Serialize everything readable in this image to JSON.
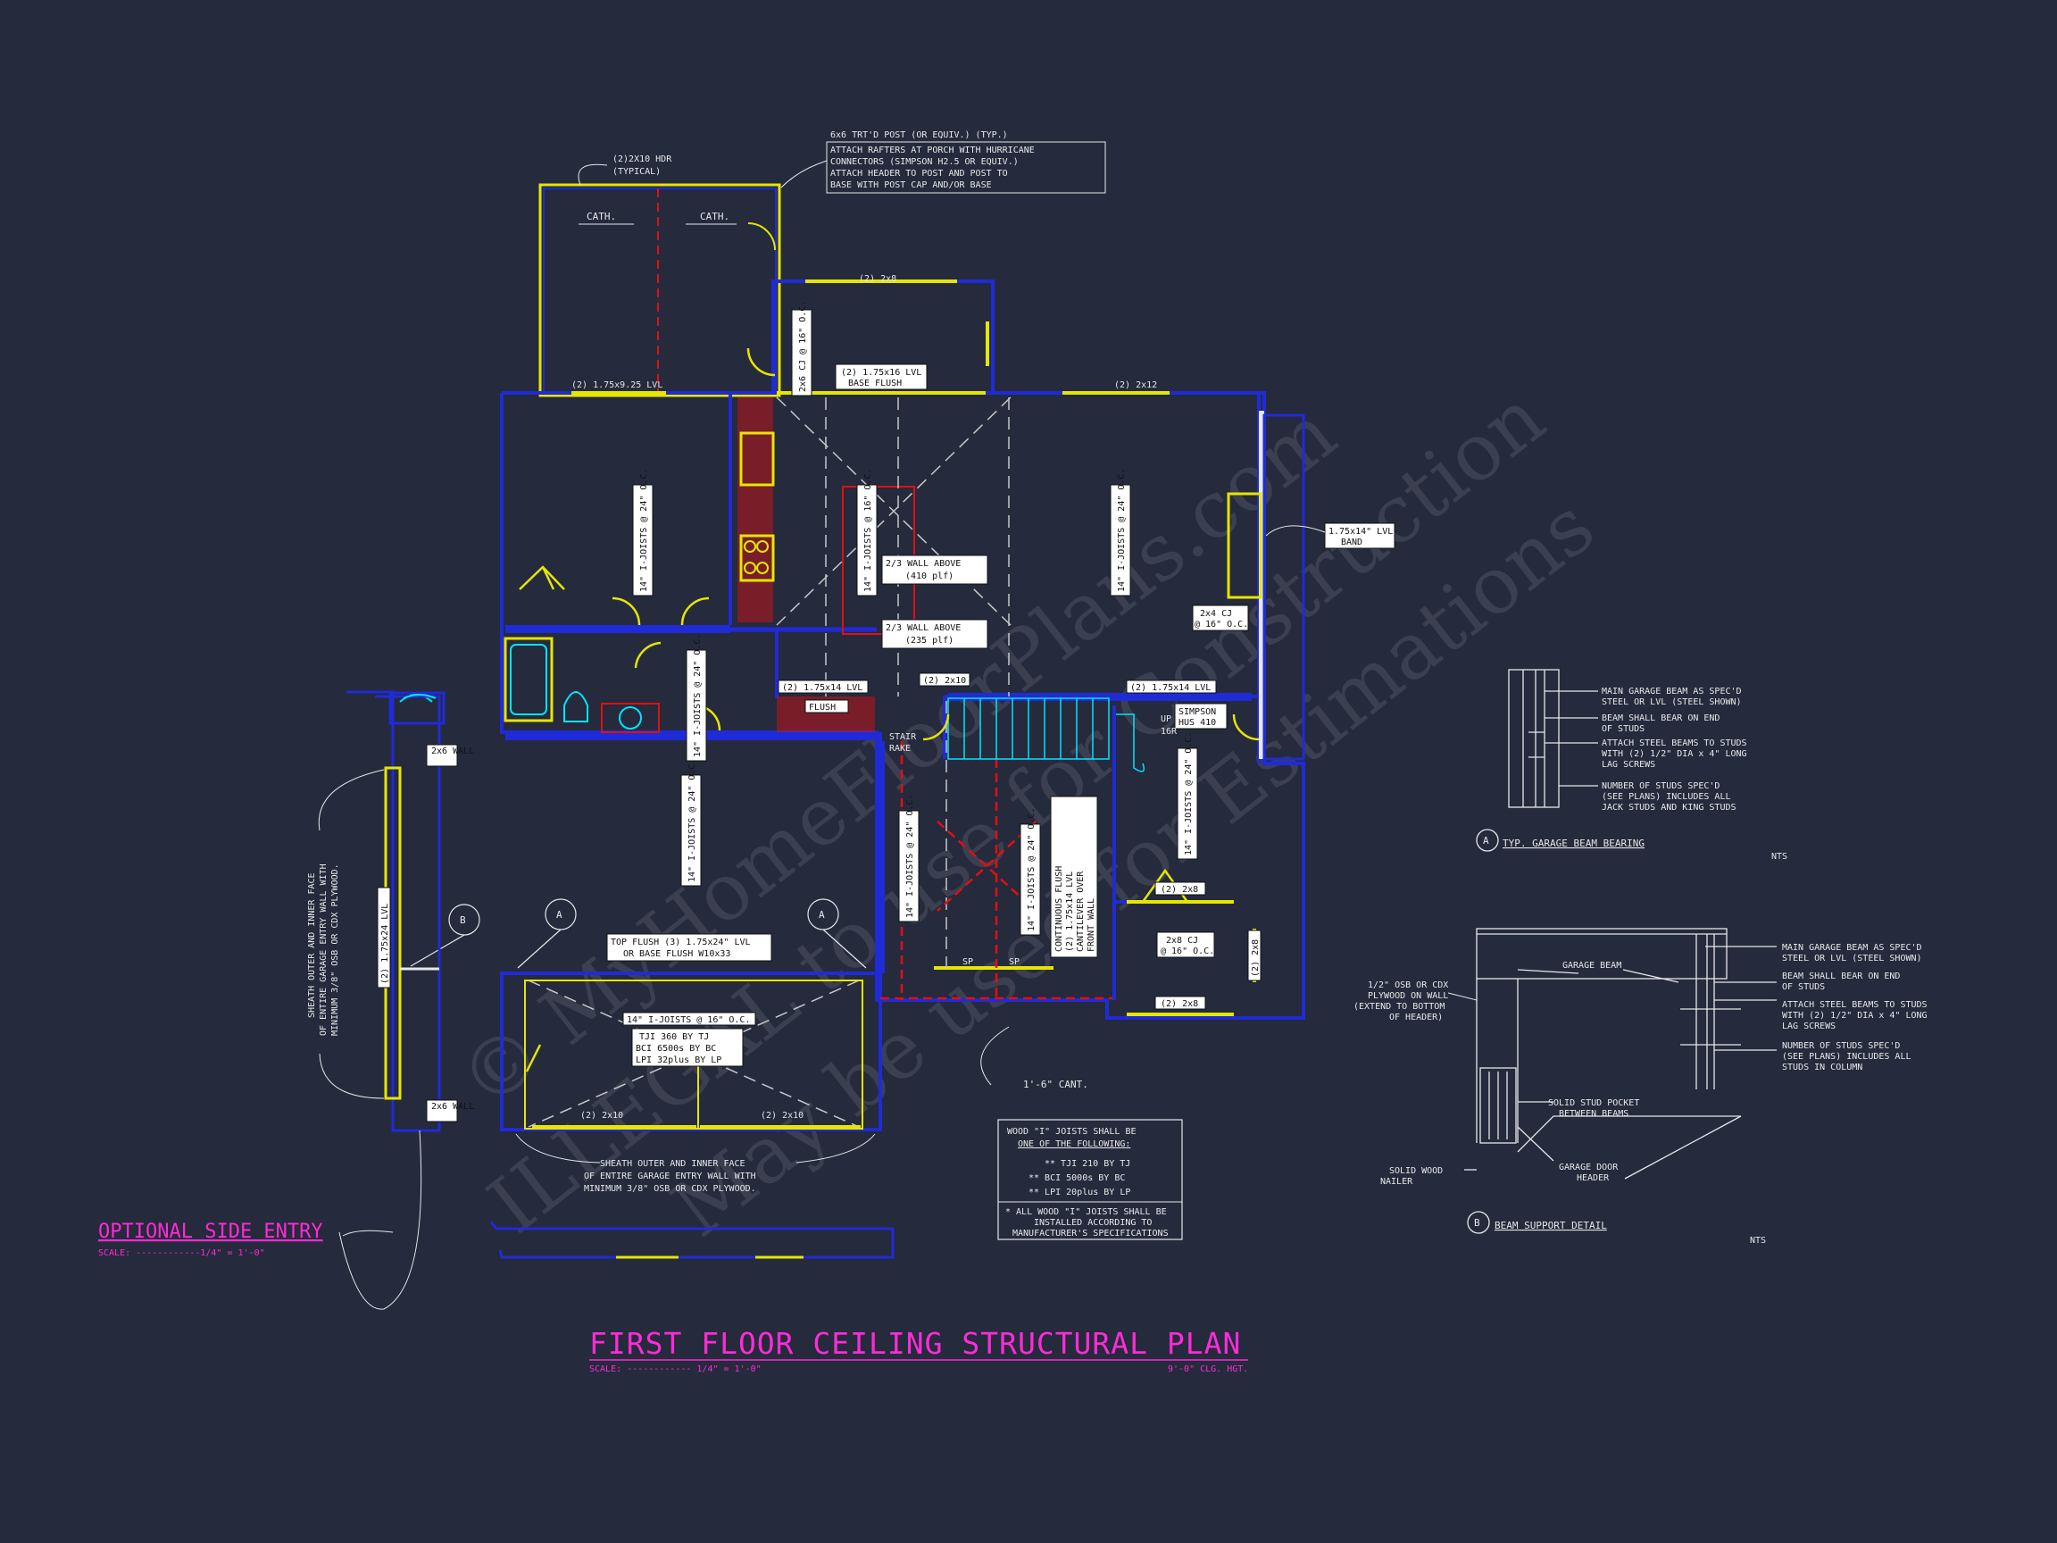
{
  "title": {
    "main": "FIRST FLOOR CEILING STRUCTURAL PLAN",
    "scale": "SCALE: ------------ 1/4\" = 1'-0\"",
    "ceiling_height": "9'-0\" CLG. HGT."
  },
  "optional_side_entry": {
    "title": "OPTIONAL SIDE ENTRY",
    "scale": "SCALE: ------------1/4\" = 1'-0\"",
    "note_line1": "SHEATH OUTER AND INNER FACE",
    "note_line2": "OF ENTIRE GARAGE ENTRY WALL WITH",
    "note_line3": "MINIMUM 3/8\" OSB OR CDX PLYWOOD.",
    "wall_top": "2x6 WALL",
    "wall_bottom": "2x6 WALL",
    "lvl": "(2) 1.75x24 LVL"
  },
  "porch_note": {
    "line1": "6x6 TRT'D POST (OR EQUIV.) (TYP.)",
    "line2": "ATTACH RAFTERS AT PORCH WITH HURRICANE",
    "line3": "CONNECTORS (SIMPSON H2.5 OR EQUIV.)",
    "line4": "ATTACH HEADER TO POST AND POST TO",
    "line5": "BASE WITH POST CAP AND/OR BASE"
  },
  "plan_labels": {
    "hdr_typical_1": "(2)2X10 HDR",
    "hdr_typical_2": "(TYPICAL)",
    "cath_left": "CATH.",
    "cath_right": "CATH.",
    "hdr_2x8_top": "(2) 2x8",
    "lvl_925": "(2) 1.75x9.25 LVL",
    "lvl_16_1": "(2) 1.75x16 LVL",
    "lvl_16_2": "BASE FLUSH",
    "hdr_2x12": "(2) 2x12",
    "joists_24_left": "14\" I-JOISTS @ 24\" O.C.",
    "joists_16_kitchen": "14\" I-JOISTS @ 16\" O.C.",
    "joists_24_right": "14\" I-JOISTS @ 24\" O.C.",
    "cj_16_top": "2x6 CJ @ 16\" O.C.",
    "wall_above_1a": "2/3 WALL ABOVE",
    "wall_above_1b": "(410 plf)",
    "wall_above_2a": "2/3 WALL ABOVE",
    "wall_above_2b": "(235 plf)",
    "band_1": "1.75x14\" LVL",
    "band_2": "BAND",
    "cj_2x4_1": "2x4 CJ",
    "cj_2x4_2": "@ 16\" O.C.",
    "lvl14_left": "(2) 1.75x14 LVL",
    "flush": "FLUSH",
    "hdr_2x10_mid": "(2) 2x10",
    "lvl14_right": "(2) 1.75x14 LVL",
    "stair_rake_1": "STAIR",
    "stair_rake_2": "RAKE",
    "simpson_1": "SIMPSON",
    "simpson_2": "HUS 410",
    "up_1": "UP",
    "up_2": "16R",
    "joists_24_lower": "14\" I-JOISTS @ 24\" O.C.",
    "joists_24_mid1": "14\" I-JOISTS @ 24\" O.C.",
    "joists_24_mid2": "14\" I-JOISTS @ 24\" O.C.",
    "joists_24_rightlow": "14\" I-JOISTS @ 24\" O.C.",
    "joists_24_bath": "14\" I-JOISTS @ 24\" O.C.",
    "cantilever_1": "CONTINUOUS FLUSH",
    "cantilever_2": "(2) 1.75x14 LVL",
    "cantilever_3": "CANTILEVER OVER",
    "cantilever_4": "FRONT WALL",
    "hdr_2x8_right": "(2) 2x8",
    "cj_2x8": "2x8 CJ",
    "cj_2x8_oc": "@ 16\" O.C.",
    "hdr_2x8_bottom": "(2) 2x8",
    "hdr_2x8_side": "(2) 2x8",
    "sp_1": "SP",
    "sp_2": "SP",
    "top_flush_1": "TOP FLUSH (3) 1.75x24\" LVL",
    "top_flush_2": "OR BASE FLUSH W10x33",
    "garage_joists": "14\" I-JOISTS @ 16\" O.C.",
    "garage_tji_1": "TJI 360 BY TJ",
    "garage_tji_2": "BCI 6500s BY BC",
    "garage_tji_3": "LPI 32plus BY LP",
    "garage_hdr_left": "(2) 2x10",
    "garage_hdr_right": "(2) 2x10",
    "cant": "1'-6\" CANT.",
    "sheath_1": "SHEATH OUTER AND INNER FACE",
    "sheath_2": "OF ENTIRE GARAGE ENTRY WALL WITH",
    "sheath_3": "MINIMUM 3/8\" OSB OR CDX PLYWOOD.",
    "section_a": "A",
    "section_b": "B"
  },
  "joist_note": {
    "line1": "WOOD \"I\" JOISTS SHALL BE",
    "line2": "ONE OF THE FOLLOWING:",
    "line3": "** TJI 210 BY TJ",
    "line4": "** BCI 5000s BY BC",
    "line5": "** LPI 20plus BY LP",
    "line6": "* ALL WOOD \"I\" JOISTS SHALL BE",
    "line7": "INSTALLED ACCORDING TO",
    "line8": "MANUFACTURER'S SPECIFICATIONS"
  },
  "detail_a": {
    "marker": "A",
    "title": "TYP. GARAGE BEAM BEARING",
    "scale": "NTS",
    "n1a": "MAIN GARAGE BEAM AS SPEC'D",
    "n1b": "STEEL OR LVL (STEEL SHOWN)",
    "n2a": "BEAM SHALL BEAR ON END",
    "n2b": "OF STUDS",
    "n3a": "ATTACH STEEL BEAMS TO STUDS",
    "n3b": "WITH (2) 1/2\" DIA x 4\" LONG",
    "n3c": "LAG SCREWS",
    "n4a": "NUMBER OF STUDS SPEC'D",
    "n4b": "(SEE PLANS) INCLUDES ALL",
    "n4c": "JACK STUDS AND KING STUDS"
  },
  "detail_b": {
    "marker": "B",
    "title": "BEAM SUPPORT DETAIL",
    "scale": "NTS",
    "garage_beam": "GARAGE BEAM",
    "osb_1": "1/2\" OSB OR CDX",
    "osb_2": "PLYWOOD ON WALL",
    "osb_3": "(EXTEND TO BOTTOM",
    "osb_4": "OF HEADER)",
    "pocket_1": "SOLID STUD POCKET",
    "pocket_2": "BETWEEN BEAMS",
    "nailer_1": "SOLID WOOD",
    "nailer_2": "NAILER",
    "door_hdr_1": "GARAGE DOOR",
    "door_hdr_2": "HEADER",
    "n1a": "MAIN GARAGE BEAM AS SPEC'D",
    "n1b": "STEEL OR LVL (STEEL SHOWN)",
    "n2a": "BEAM SHALL BEAR ON END",
    "n2b": "OF STUDS",
    "n3a": "ATTACH STEEL BEAMS TO STUDS",
    "n3b": "WITH (2) 1/2\" DIA x 4\" LONG",
    "n3c": "LAG SCREWS",
    "n4a": "NUMBER OF STUDS SPEC'D",
    "n4b": "(SEE PLANS) INCLUDES ALL",
    "n4c": "STUDS IN COLUMN"
  },
  "watermark": {
    "line1": "© MyHomeFloorPlans.com",
    "line2": "ILLEGAL to use for Construction",
    "line3": "May be used for Estimations"
  },
  "colors": {
    "background": "#252a3d",
    "wall": "#1f2bd6",
    "header": "#e6e600",
    "red": "#e01010",
    "cyan": "#00e5ff",
    "magenta": "#ff2bd6",
    "white": "#e8e8e8"
  }
}
